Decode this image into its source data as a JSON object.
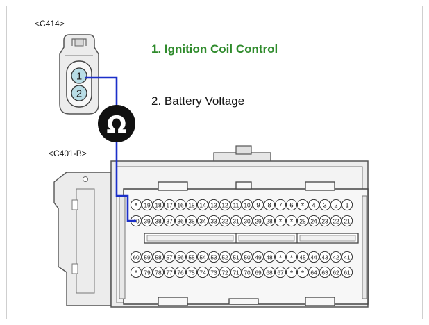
{
  "connectors": {
    "c414": {
      "label": "<C414>",
      "pins": [
        "1",
        "2"
      ]
    },
    "c401b": {
      "label": "<C401-B>",
      "rows": [
        [
          "*",
          "19",
          "18",
          "17",
          "16",
          "15",
          "14",
          "13",
          "12",
          "11",
          "10",
          "9",
          "8",
          "7",
          "6",
          "*",
          "4",
          "3",
          "2",
          "1"
        ],
        [
          "40",
          "39",
          "38",
          "37",
          "36",
          "35",
          "34",
          "33",
          "32",
          "31",
          "30",
          "29",
          "28",
          "*",
          "*",
          "25",
          "24",
          "23",
          "22",
          "21"
        ],
        [
          "60",
          "59",
          "58",
          "57",
          "56",
          "55",
          "54",
          "53",
          "52",
          "51",
          "50",
          "49",
          "48",
          "*",
          "*",
          "45",
          "44",
          "43",
          "42",
          "41"
        ],
        [
          "*",
          "79",
          "78",
          "77",
          "76",
          "75",
          "74",
          "73",
          "72",
          "71",
          "70",
          "69",
          "68",
          "67",
          "*",
          "*",
          "64",
          "63",
          "62",
          "61"
        ]
      ]
    }
  },
  "legend": {
    "item1": "1. Ignition Coil Control",
    "item2": "2. Battery Voltage"
  },
  "meter": {
    "symbol": "Ω"
  },
  "colors": {
    "wire": "#1b2fc9",
    "legend_highlight": "#2f8b2c",
    "pin_fill": "#b8dde6",
    "connector_fill": "#ececec",
    "connector_stroke": "#555555"
  }
}
